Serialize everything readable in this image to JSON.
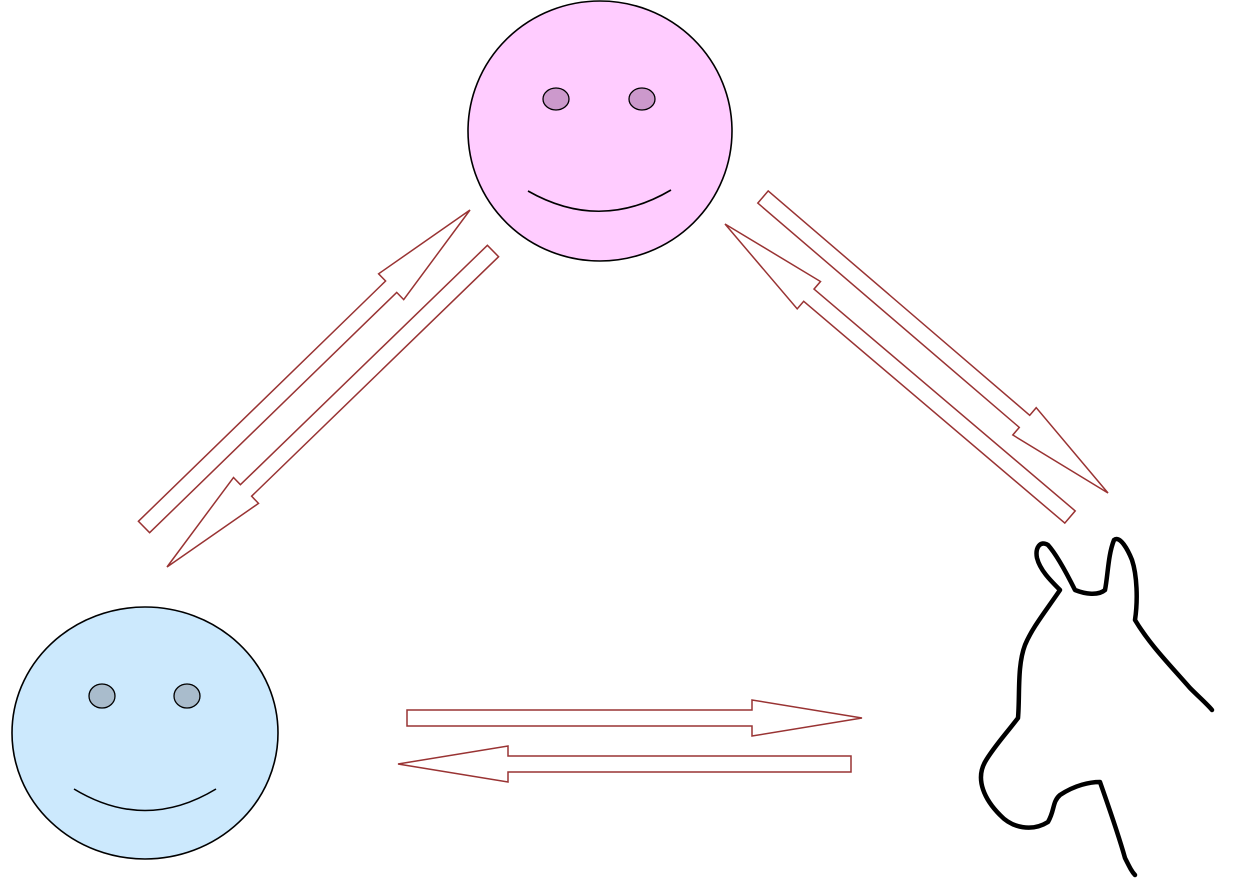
{
  "diagram": {
    "nodes": [
      {
        "id": "top",
        "kind": "smiley-face",
        "icon": "pink-smiley-face-icon",
        "fill": "#ffccff",
        "eye_fill": "#cc99cc"
      },
      {
        "id": "bottom-left",
        "kind": "smiley-face",
        "icon": "blue-smiley-face-icon",
        "fill": "#cce9fd",
        "eye_fill": "#a9bccc"
      },
      {
        "id": "bottom-right",
        "kind": "horse-head",
        "icon": "horse-head-icon",
        "stroke": "#000000"
      }
    ],
    "edges": [
      {
        "from": "bottom-left",
        "to": "top",
        "style": "hollow-arrow"
      },
      {
        "from": "top",
        "to": "bottom-left",
        "style": "hollow-arrow"
      },
      {
        "from": "top",
        "to": "bottom-right",
        "style": "hollow-arrow"
      },
      {
        "from": "bottom-right",
        "to": "top",
        "style": "hollow-arrow"
      },
      {
        "from": "bottom-left",
        "to": "bottom-right",
        "style": "hollow-arrow"
      },
      {
        "from": "bottom-right",
        "to": "bottom-left",
        "style": "hollow-arrow"
      }
    ],
    "arrow_color": "#993333",
    "background": "#ffffff"
  }
}
